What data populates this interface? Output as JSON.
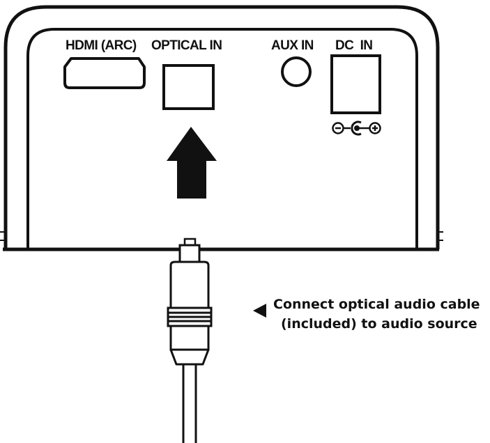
{
  "ports": {
    "hdmi_label": "HDMI (ARC)",
    "optical_label": "OPTICAL IN",
    "aux_label": "AUX IN",
    "dc_label": "DC  IN"
  },
  "dc_polarity": {
    "minus": "−",
    "plus": "+"
  },
  "callout": {
    "line1": "Connect optical audio cable",
    "line2": "(included) to audio source"
  },
  "colors": {
    "ink": "#111111",
    "panel": "#ffffff"
  },
  "icons": {
    "insert_arrow": "arrow-up-icon",
    "pointer": "triangle-left-icon"
  }
}
